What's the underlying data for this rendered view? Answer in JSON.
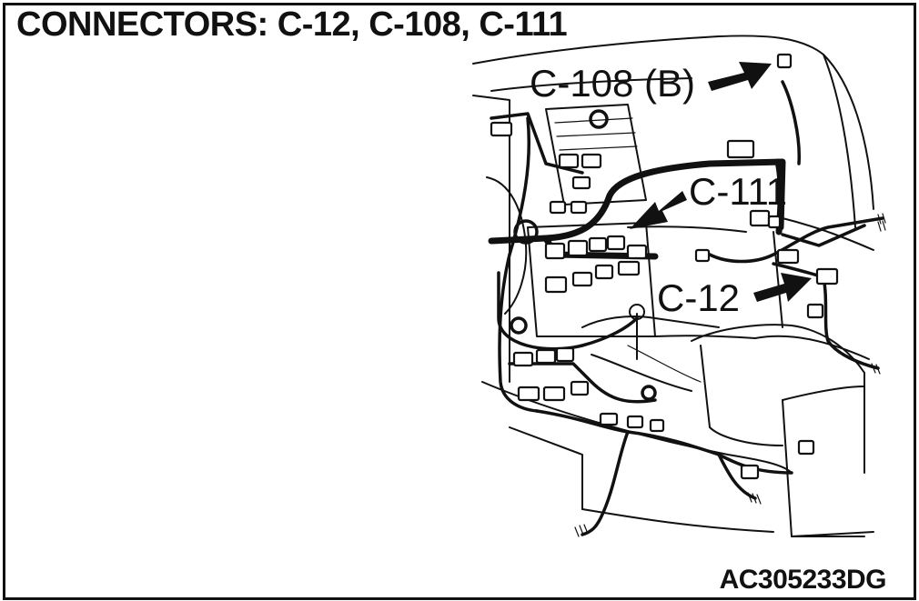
{
  "header": {
    "title": "CONNECTORS: C-12, C-108, C-111"
  },
  "callouts": [
    {
      "id": "c108",
      "label": "C-108 (B)"
    },
    {
      "id": "c111",
      "label": "C-111"
    },
    {
      "id": "c12",
      "label": "C-12"
    }
  ],
  "footer": {
    "figure_id": "AC305233DG"
  }
}
